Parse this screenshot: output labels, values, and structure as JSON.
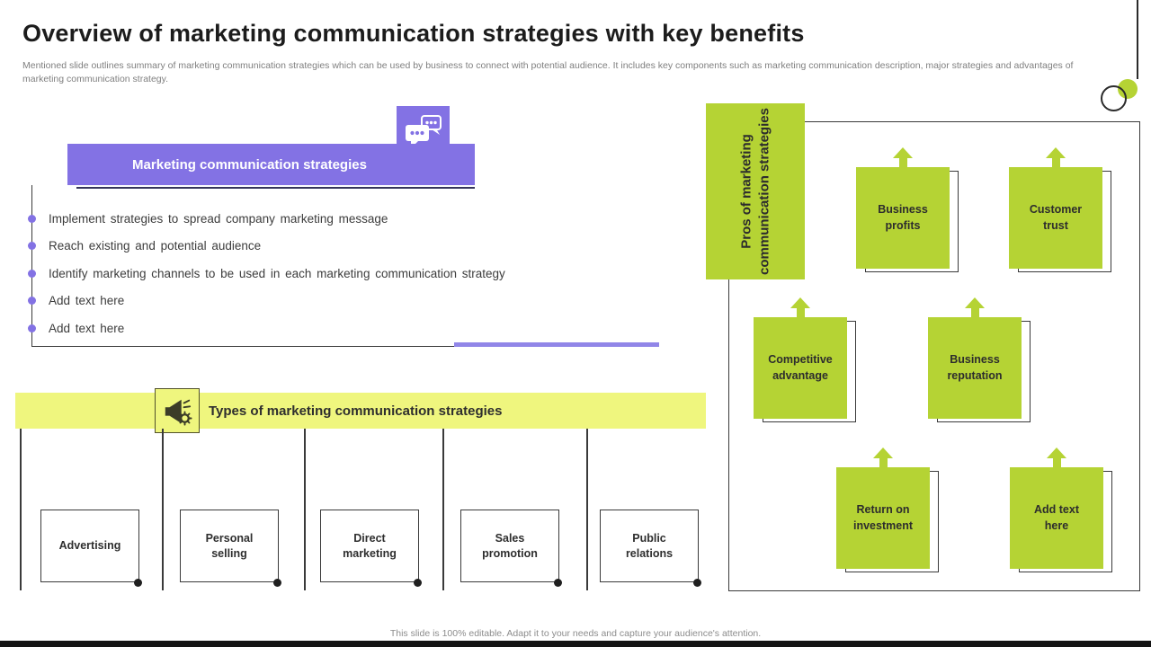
{
  "slide": {
    "title": "Overview of marketing communication strategies with key benefits",
    "subtitle": "Mentioned slide outlines summary of marketing communication strategies which can be used by business to connect with potential audience. It includes key components such as marketing communication description, major strategies and advantages of marketing communication strategy.",
    "footer": "This slide is 100% editable. Adapt it to your needs and capture your audience's attention."
  },
  "colors": {
    "purple_accent": "#8372e4",
    "purple_line": "#9186e8",
    "dark_underline": "#35355a",
    "lime_green": "#b5d334",
    "pale_yellow": "#eff67e",
    "text_dark": "#2e2e2e",
    "text_gray": "#7f7f7f"
  },
  "strategies": {
    "header": "Marketing communication strategies",
    "icon": "chat-bubbles-gear-icon",
    "bullets": [
      "Implement strategies to spread company marketing message",
      "Reach existing and potential audience",
      "Identify marketing channels to be used in each marketing communication strategy",
      "Add text here",
      "Add text here"
    ]
  },
  "types": {
    "header": "Types of marketing communication strategies",
    "icon": "megaphone-gear-icon",
    "items": [
      "Advertising",
      "Personal selling",
      "Direct marketing",
      "Sales promotion",
      "Public relations"
    ]
  },
  "pros": {
    "header": "Pros of marketing communication strategies",
    "items": [
      "Business profits",
      "Customer trust",
      "Competitive advantage",
      "Business reputation",
      "Return on investment",
      "Add text here"
    ]
  }
}
